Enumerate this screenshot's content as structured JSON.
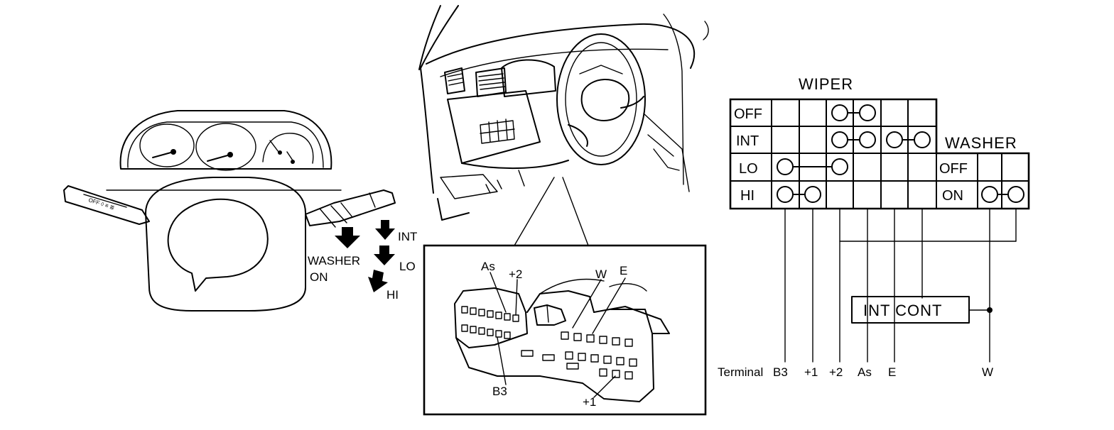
{
  "switch_view": {
    "arrows": {
      "washer": "WASHER",
      "on": "ON",
      "int": "INT",
      "lo": "LO",
      "hi": "HI"
    }
  },
  "connector_view": {
    "pins": {
      "as": "As",
      "plus2": "+2",
      "w": "W",
      "e": "E",
      "b3": "B3",
      "plus1": "+1"
    }
  },
  "continuity_table": {
    "wiper_title": "WIPER",
    "washer_title": "WASHER",
    "wiper_rows": [
      "OFF",
      "INT",
      "LO",
      "HI"
    ],
    "washer_rows": [
      "OFF",
      "ON"
    ],
    "int_cont": "INT CONT",
    "terminals_prefix": "Terminal",
    "terminals": [
      "B3",
      "+1",
      "+2",
      "As",
      "E",
      "W"
    ]
  }
}
